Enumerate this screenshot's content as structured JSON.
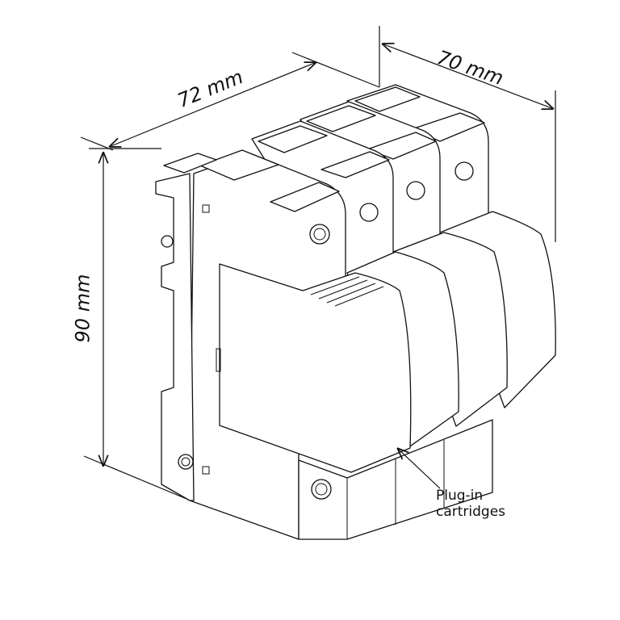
{
  "dimensions": {
    "width": "72 mm",
    "depth": "70 mm",
    "height": "90 mm"
  },
  "callout": {
    "line1": "Plug-in",
    "line2": "cartridges"
  }
}
